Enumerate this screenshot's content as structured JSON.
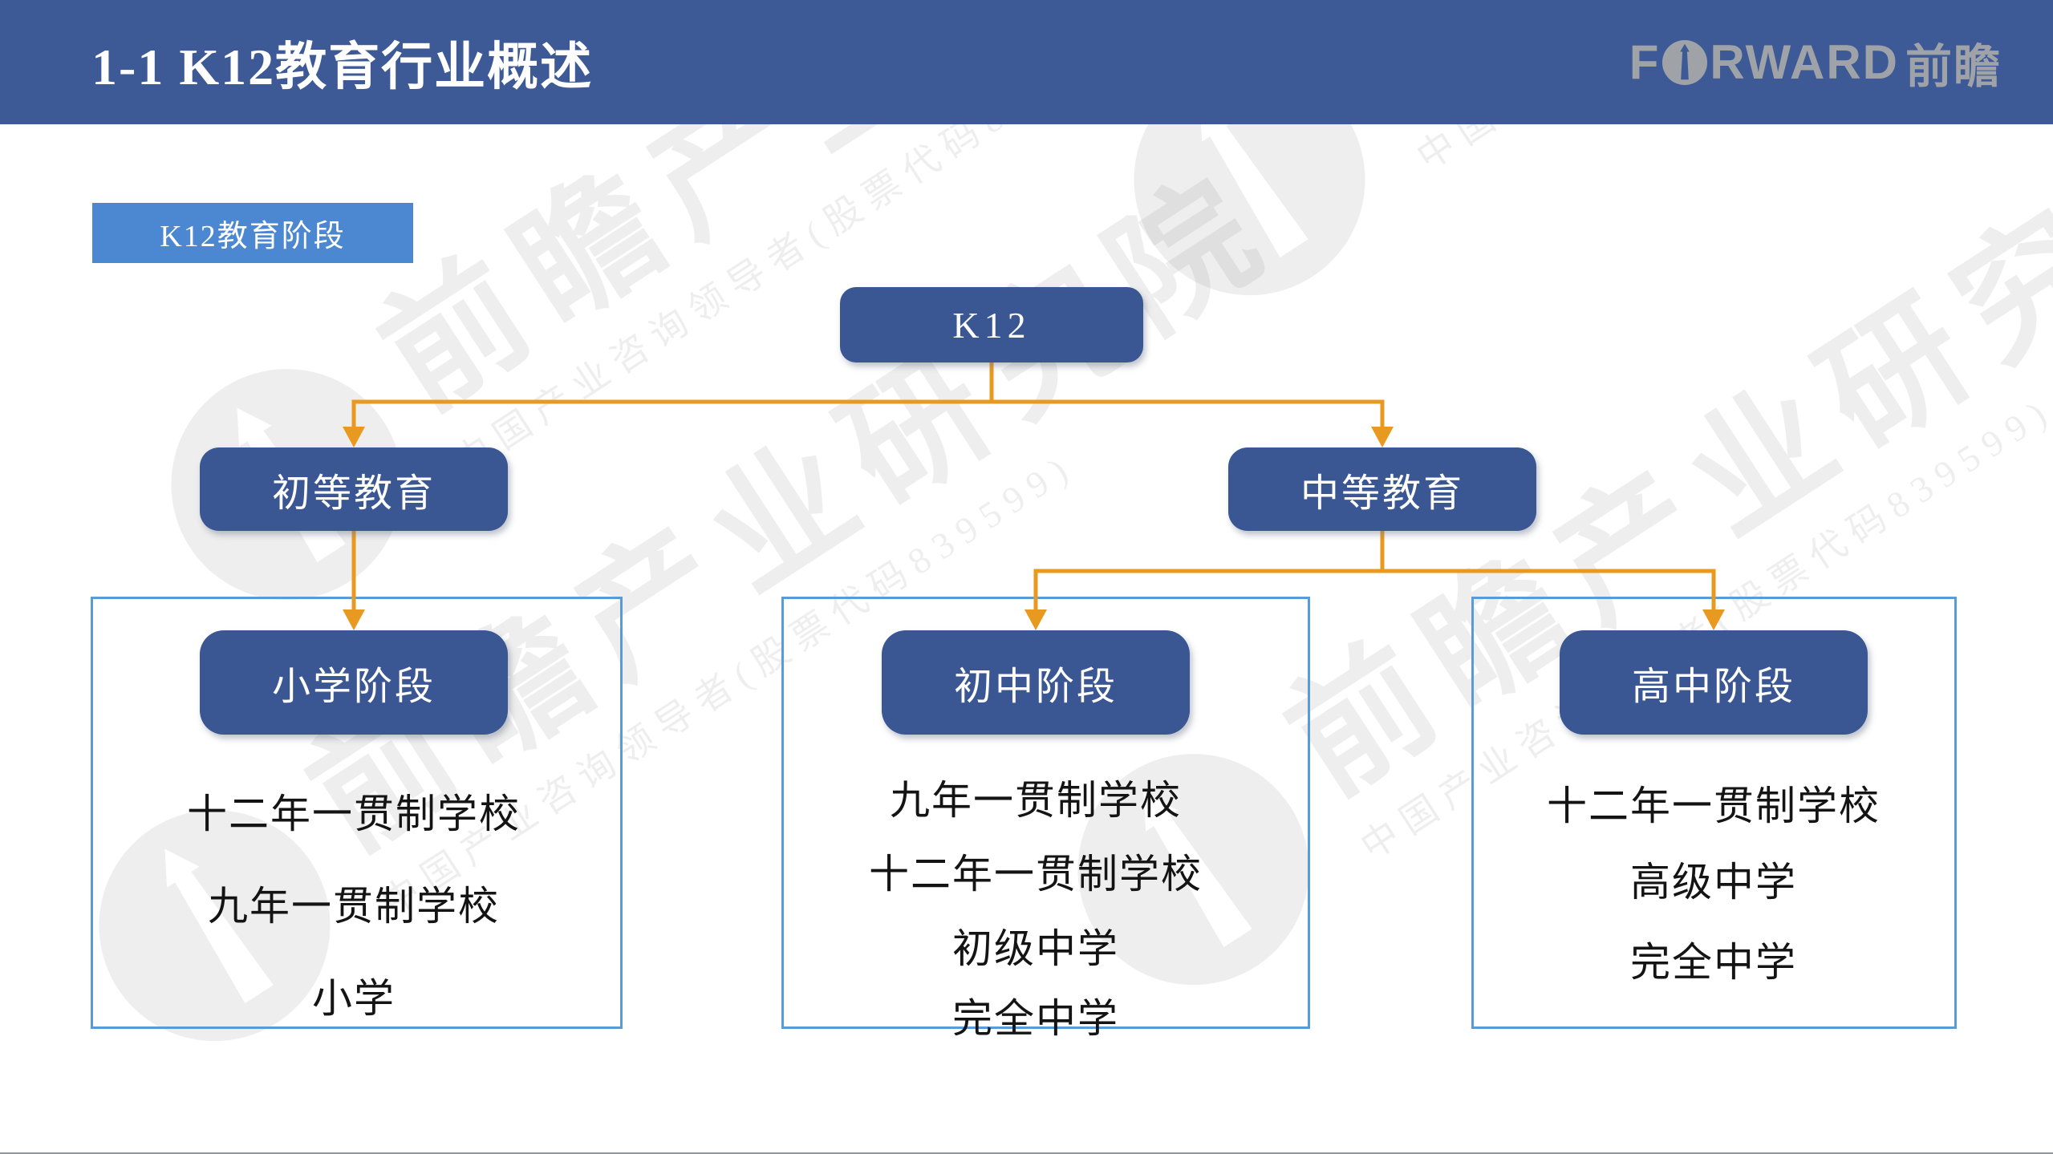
{
  "header": {
    "title": "1-1 K12教育行业概述",
    "logo": {
      "f": "F",
      "rward": "RWARD",
      "cn": "前瞻"
    }
  },
  "badge": {
    "label": "K12教育阶段"
  },
  "diagram": {
    "root": {
      "label": "K12"
    },
    "branches": [
      {
        "label": "初等教育"
      },
      {
        "label": "中等教育"
      }
    ],
    "groups": [
      {
        "stage": "小学阶段",
        "schools": [
          "十二年一贯制学校",
          "九年一贯制学校",
          "小学"
        ]
      },
      {
        "stage": "初中阶段",
        "schools": [
          "九年一贯制学校",
          "十二年一贯制学校",
          "初级中学",
          "完全中学"
        ]
      },
      {
        "stage": "高中阶段",
        "schools": [
          "十二年一贯制学校",
          "高级中学",
          "完全中学"
        ]
      }
    ]
  },
  "watermark": {
    "brand": "前瞻产业研究院",
    "tagline": "中国产业咨询领导者(股票代码839599)"
  },
  "colors": {
    "header_bg": "#3D5A97",
    "badge_bg": "#4C87D1",
    "node_bg": "#3A5794",
    "connector_orange": "#E8991F",
    "container_border": "#5B9BD5",
    "logo_gray": "#9FA3A8",
    "watermark_gray": "#7D7D7D",
    "list_text": "#141414"
  }
}
